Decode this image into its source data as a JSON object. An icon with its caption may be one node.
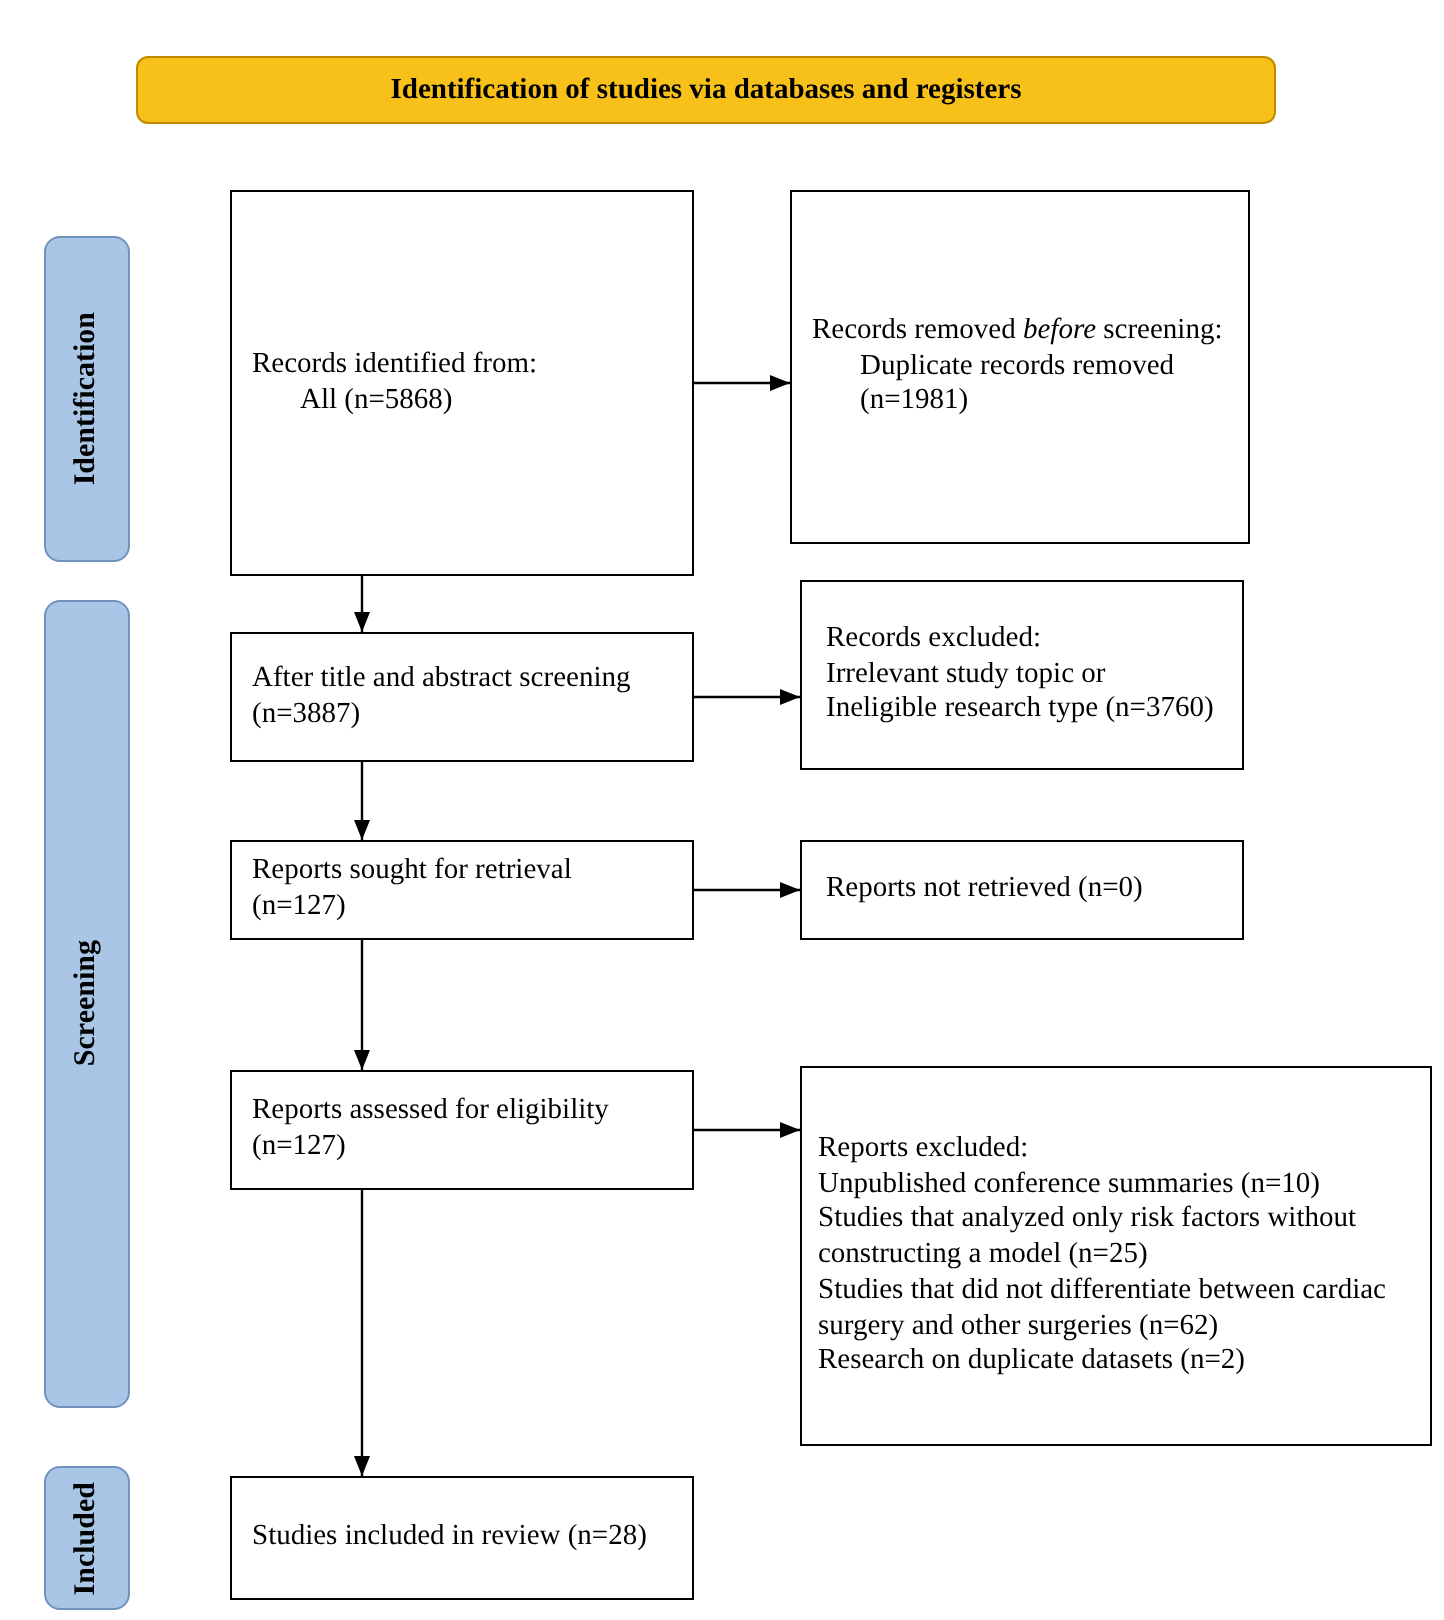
{
  "diagram": {
    "nodes": [
      {
        "text": [
          "Identification of studies via databases and registers"
        ]
      },
      {
        "text": [
          "Identification"
        ]
      },
      {
        "text": [
          "Records identified from:",
          "All (n=5868)"
        ]
      },
      {
        "text": [
          "Records removed *before* screening:",
          "Duplicate records removed (n=1981)"
        ]
      },
      {
        "text": [
          "Screening"
        ]
      },
      {
        "text": [
          "After title and abstract screening (n=3887)"
        ]
      },
      {
        "text": [
          "Records excluded:",
          "Irrelevant study topic or Ineligible research type (n=3760)"
        ]
      },
      {
        "text": [
          "Reports sought for retrieval (n=127)"
        ]
      },
      {
        "text": [
          "Reports not retrieved (n=0)"
        ]
      },
      {
        "text": [
          "Reports assessed for eligibility (n=127)"
        ]
      },
      {
        "text": [
          "Reports excluded:",
          "Unpublished conference summaries (n=10)",
          "Studies that analyzed only risk factors without constructing a model (n=25)",
          "Studies that did not differentiate between cardiac surgery and other surgeries (n=62)",
          "Research on duplicate datasets (n=2)"
        ]
      },
      {
        "text": [
          "Included"
        ]
      },
      {
        "text": [
          "Studies included in review (n=28)"
        ]
      }
    ],
    "edges": [
      {
        "from": 2,
        "to": 3,
        "arrow": "to"
      },
      {
        "from": 2,
        "to": 5,
        "arrow": "to"
      },
      {
        "from": 5,
        "to": 6,
        "arrow": "to"
      },
      {
        "from": 5,
        "to": 7,
        "arrow": "to"
      },
      {
        "from": 7,
        "to": 8,
        "arrow": "to"
      },
      {
        "from": 7,
        "to": 9,
        "arrow": "to"
      },
      {
        "from": 9,
        "to": 10,
        "arrow": "to"
      },
      {
        "from": 9,
        "to": 12,
        "arrow": "to"
      }
    ]
  }
}
